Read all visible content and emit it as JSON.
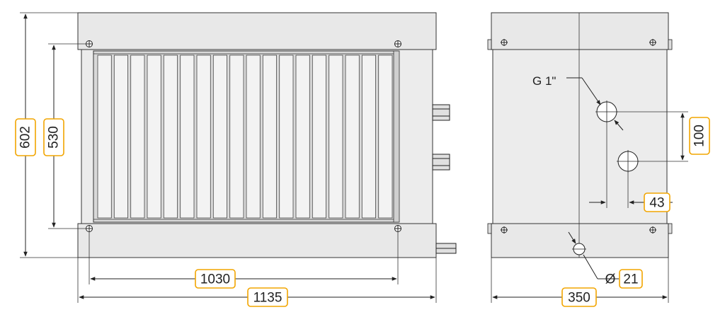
{
  "dimensions": {
    "front_overall_height": "602",
    "front_fin_height": "530",
    "front_inner_width": "1030",
    "front_overall_width": "1135",
    "side_width": "350",
    "side_pipe_spacing": "100",
    "side_pipe_offset": "43",
    "drain_diameter": "21"
  },
  "symbols": {
    "diameter": "Ø",
    "thread": "G 1\""
  },
  "colors": {
    "label_border": "#f2a500",
    "casing": "#e8e8e8",
    "line": "#222222"
  }
}
